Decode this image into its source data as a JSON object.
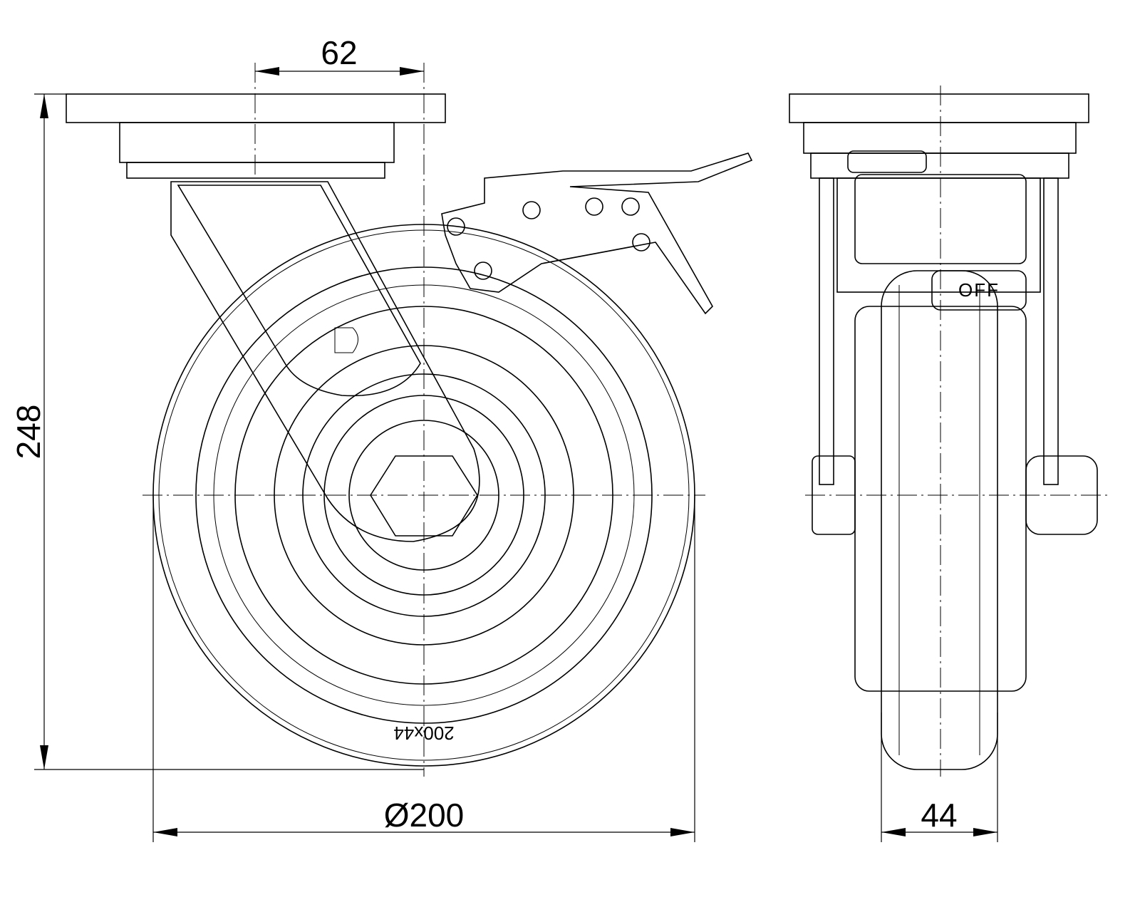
{
  "dimensions": {
    "offset": "62",
    "height": "248",
    "diameter": "Ø200",
    "width": "44"
  },
  "labels": {
    "brake_state": "OFF",
    "wheel_marking": "200x44"
  }
}
